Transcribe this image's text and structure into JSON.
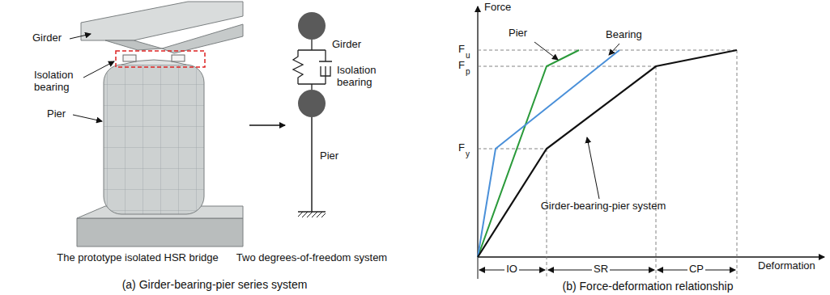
{
  "diagram": {
    "labels": [
      "Girder",
      "Isolation bearing",
      "Pier",
      "The prototype isolated HSR bridge",
      "Girder",
      "Isolation bearing",
      "Pier",
      "Two degrees-of-freedom system",
      "(a) Girder-bearing-pier series system",
      "Force",
      "Deformation",
      "F",
      "u",
      "F",
      "p",
      "F",
      "y",
      "Pier",
      "Bearing",
      "Girder-bearing-pier system",
      "IO",
      "SR",
      "CP",
      "(b) Force-deformation relationship"
    ]
  }
}
